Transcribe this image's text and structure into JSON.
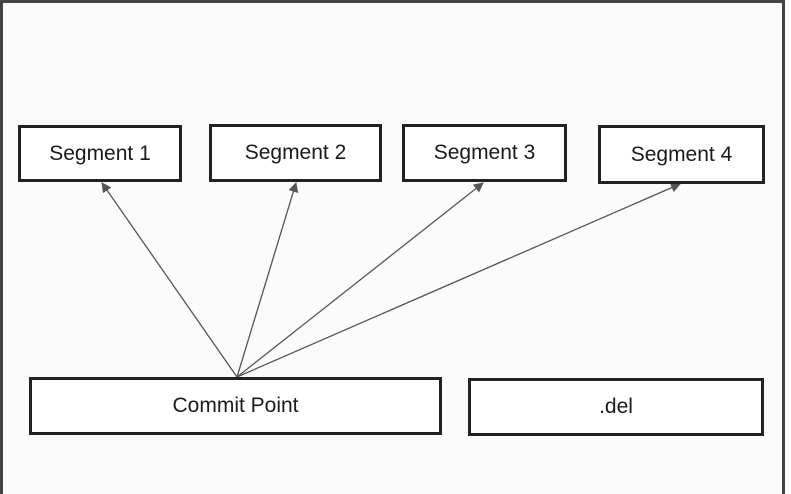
{
  "diagram": {
    "segments": [
      {
        "id": "seg1",
        "label": "Segment 1"
      },
      {
        "id": "seg2",
        "label": "Segment 2"
      },
      {
        "id": "seg3",
        "label": "Segment 3"
      },
      {
        "id": "seg4",
        "label": "Segment 4"
      }
    ],
    "commit_point": {
      "label": "Commit Point"
    },
    "del_file": {
      "label": ".del"
    },
    "edges": [
      {
        "from": "commit_point",
        "to": "seg1"
      },
      {
        "from": "commit_point",
        "to": "seg2"
      },
      {
        "from": "commit_point",
        "to": "seg3"
      },
      {
        "from": "commit_point",
        "to": "seg4"
      }
    ],
    "colors": {
      "border": "#222222",
      "arrow": "#555555",
      "frame": "#444444"
    }
  }
}
